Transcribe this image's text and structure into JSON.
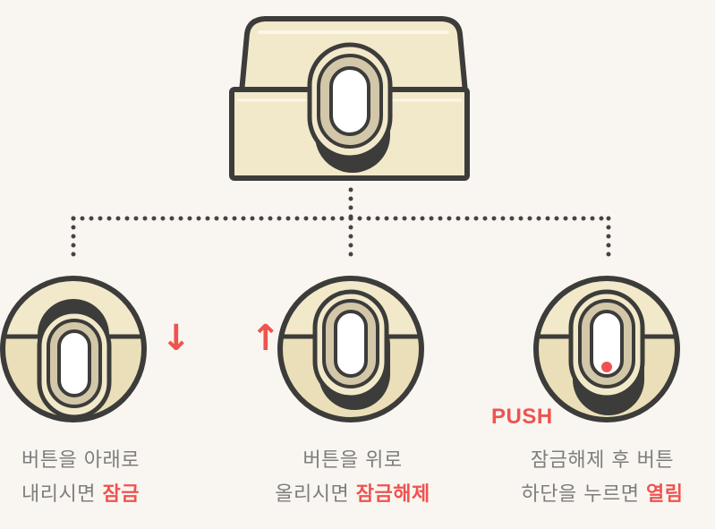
{
  "colors": {
    "background": "#f9f6f1",
    "cap_fill": "#f2e9cb",
    "cap_dark": "#eadfb8",
    "outline": "#3c3c3a",
    "button_ring": "#d3c7a9",
    "button_inner": "#ffffff",
    "accent": "#ef5350",
    "caption_text": "#7d7d7d",
    "connector": "#444444"
  },
  "icons": {
    "down_arrow": "↓",
    "up_arrow": "↑"
  },
  "labels": {
    "push": "PUSH"
  },
  "panels": [
    {
      "id": "lock",
      "line1": "버튼을 아래로",
      "line2_prefix": "내리시면 ",
      "line2_highlight": "잠금"
    },
    {
      "id": "unlock",
      "line1": "버튼을 위로",
      "line2_prefix": "올리시면 ",
      "line2_highlight": "잠금해제"
    },
    {
      "id": "open",
      "line1": "잠금해제 후 버튼",
      "line2_prefix": "하단을 누르면 ",
      "line2_highlight": "열림"
    }
  ]
}
